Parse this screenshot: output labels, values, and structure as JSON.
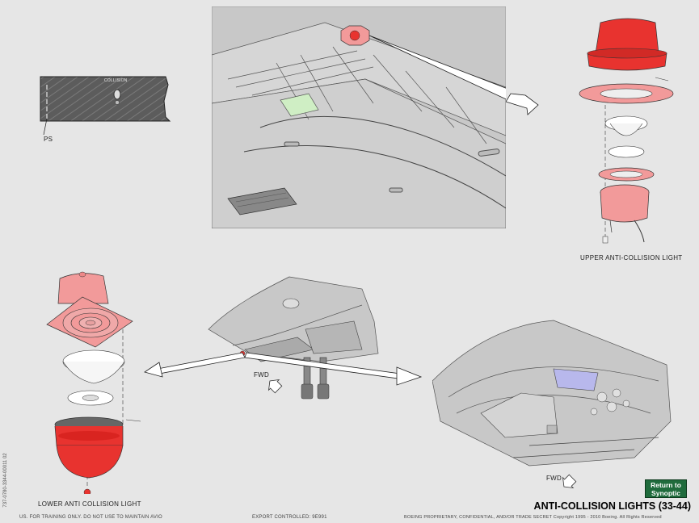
{
  "labels": {
    "ps": "PS",
    "colloc": "COLLISION",
    "upper": "UPPER ANTI-COLLISION LIGHT",
    "lower": "LOWER ANTI COLLISION LIGHT",
    "fwd_center": "FWD",
    "fwd_bottom": "FWD"
  },
  "title": "ANTI-COLLISION LIGHTS (33-44)",
  "return_button": {
    "line1": "Return to",
    "line2": "Synoptic"
  },
  "footer": {
    "training": "US. FOR TRAINING ONLY. DO NOT USE TO MAINTAIN AVIO",
    "export": "EXPORT CONTROLLED: 9E991",
    "proprietary": "BOEING PROPRIETARY, CONFIDENTIAL, AND/OR TRADE SECRET   Copyright 1995 - 2010  Boeing. All Rights Reserved"
  },
  "vertical_code": "737-0780-3344-00011 02",
  "colors": {
    "red": "#e8332f",
    "pink": "#f29a9a",
    "green": "#cfeec4",
    "blue": "#b8b8ec",
    "gray": "#c8c8c8",
    "button": "#1f6b3c"
  }
}
